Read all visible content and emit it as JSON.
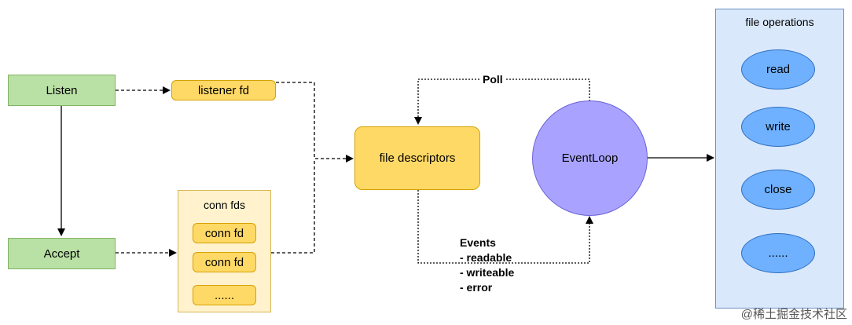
{
  "nodes": {
    "listen": "Listen",
    "accept": "Accept",
    "listener_fd": "listener fd",
    "conn_fds_title": "conn fds",
    "conn_fd_1": "conn fd",
    "conn_fd_2": "conn fd",
    "conn_fd_more": "......",
    "file_descriptors": "file descriptors",
    "eventloop": "EventLoop",
    "file_operations_title": "file operations",
    "op_read": "read",
    "op_write": "write",
    "op_close": "close",
    "op_more": "......"
  },
  "edge_labels": {
    "poll": "Poll",
    "events_title": "Events",
    "events_readable": "- readable",
    "events_writeable": "- writeable",
    "events_error": "- error"
  },
  "watermark": "@稀土掘金技术社区",
  "colors": {
    "green_fill": "#b9e0a5",
    "yellow_fill": "#ffd966",
    "light_yellow_fill": "#fff2cc",
    "blue_panel_fill": "#dae8fc",
    "blue_ellipse_fill": "#6fb1ff",
    "purple_fill": "#a9a3ff"
  }
}
